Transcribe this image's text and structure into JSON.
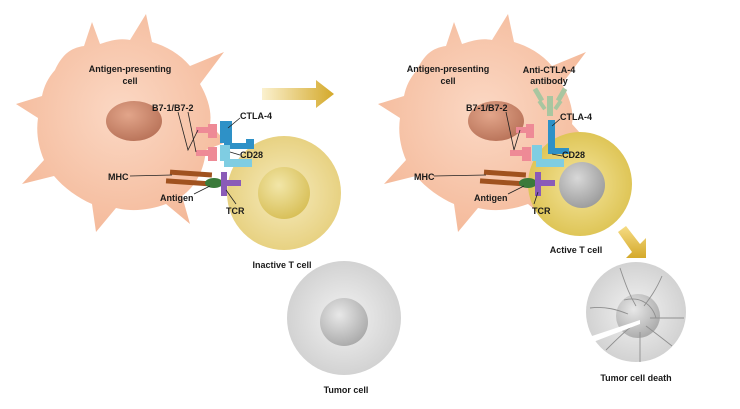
{
  "labels": {
    "apc": [
      "Antigen-presenting",
      "cell"
    ],
    "b7": "B7-1/B7-2",
    "ctla4": "CTLA-4",
    "cd28": "CD28",
    "mhc": "MHC",
    "antigen": "Antigen",
    "tcr": "TCR",
    "inactive_t": "Inactive T cell",
    "active_t": "Active T cell",
    "anti_ctla4": [
      "Anti-CTLA-4",
      "antibody"
    ],
    "tumor": "Tumor cell",
    "tumor_death": "Tumor cell death"
  },
  "colors": {
    "apc_fill": "#f8c9ad",
    "nucleus_fill": "#c9866b",
    "tcell_fill": "#eedb98",
    "tcell_nucleus": "#dcc760",
    "tumor_fill": "#dedede",
    "tumor_nucleus": "#bdbdbd",
    "b7": "#ee8a96",
    "ctla4": "#2e91c7",
    "cd28": "#7fcde2",
    "mhc": "#a0521f",
    "antigen": "#3a7a3a",
    "tcr": "#8a5bb8",
    "antibody": "#a9c6a0",
    "arrow": "#d9b43a"
  }
}
